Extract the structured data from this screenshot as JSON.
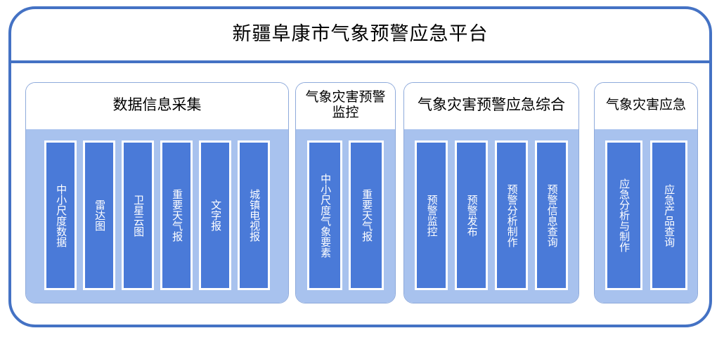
{
  "platform": {
    "title": "新疆阜康市气象预警应急平台",
    "frame_color": "#4472c4"
  },
  "colors": {
    "frame_border": "#4472c4",
    "group_border": "#8eaadb",
    "group_body": "#a8c2ee",
    "bar_fill": "#4a7ad8",
    "bar_border": "#ffffff",
    "bar_text": "#ffffff",
    "title_text": "#000000"
  },
  "groups": [
    {
      "title": "数据信息采集",
      "items": [
        {
          "label": "中小尺度数据"
        },
        {
          "label": "雷达图"
        },
        {
          "label": "卫星云图"
        },
        {
          "label": "重要天气报"
        },
        {
          "label": "文字报"
        },
        {
          "label": "城镇电视报"
        }
      ]
    },
    {
      "title": "气象灾害预警监控",
      "items": [
        {
          "label": "中小尺度气象要素"
        },
        {
          "label": "重要天气报"
        }
      ]
    },
    {
      "title": "气象灾害预警应急综合",
      "items": [
        {
          "label": "预警监控"
        },
        {
          "label": "预警发布"
        },
        {
          "label": "预警分析制作"
        },
        {
          "label": "预警信息查询"
        }
      ]
    },
    {
      "title": "气象灾害应急",
      "items": [
        {
          "label": "应急分析与制作"
        },
        {
          "label": "应急产品查询"
        }
      ]
    }
  ]
}
